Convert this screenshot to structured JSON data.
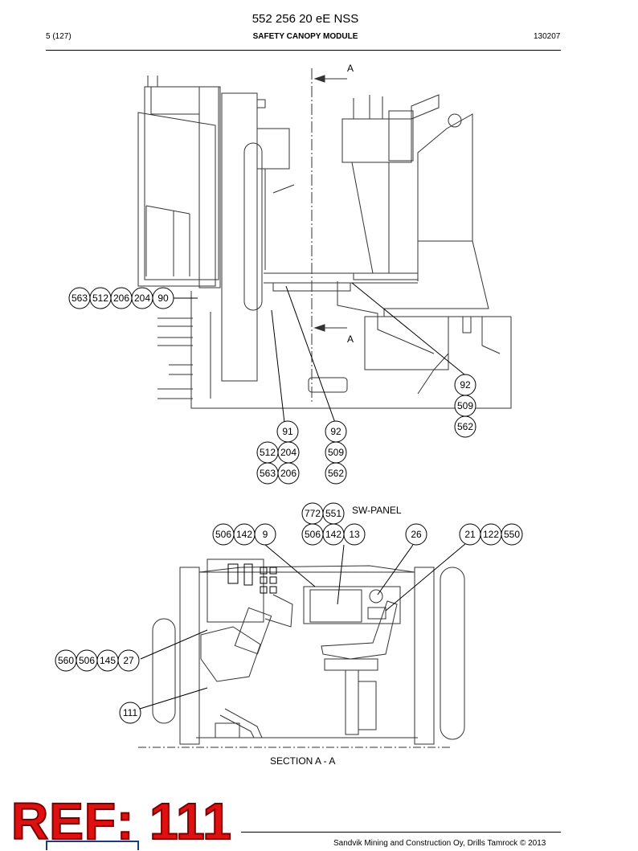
{
  "header": {
    "document_number": "552 256 20 eE NSS",
    "page": "5 (127)",
    "title": "SAFETY CANOPY MODULE",
    "date_code": "130207"
  },
  "view_a": {
    "section_marker_top": "A",
    "section_marker_bottom": "A",
    "callouts": {
      "left_group": [
        "563",
        "512",
        "206",
        "204",
        "90"
      ],
      "right_column": [
        "92",
        "509",
        "562"
      ],
      "center_col1": [
        "91",
        "512",
        "204",
        "563",
        "206"
      ],
      "center_col2": [
        "92",
        "509",
        "562"
      ]
    }
  },
  "section_view": {
    "title": "SECTION A - A",
    "sw_panel_label": "SW-PANEL",
    "callouts": {
      "sw_panel": [
        "772",
        "551"
      ],
      "group_9": [
        "506",
        "142",
        "9"
      ],
      "group_13": [
        "506",
        "142",
        "13"
      ],
      "item_26": [
        "26"
      ],
      "group_550": [
        "21",
        "122",
        "550"
      ],
      "group_27": [
        "560",
        "506",
        "145",
        "27"
      ],
      "item_111": [
        "111"
      ]
    }
  },
  "overlay": {
    "reference_stamp": "REF: 111"
  },
  "footer": {
    "copyright": "Sandvik Mining and Construction Oy, Drills Tamrock © 2013"
  }
}
